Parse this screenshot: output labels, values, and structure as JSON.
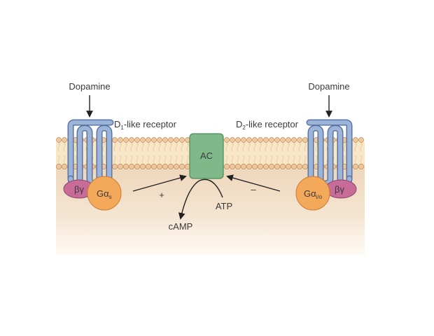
{
  "labels": {
    "dopamine_left": "Dopamine",
    "dopamine_right": "Dopamine",
    "d1_prefix": "D",
    "d1_sub": "1",
    "d1_suffix": "-like receptor",
    "d2_prefix": "D",
    "d2_sub": "2",
    "d2_suffix": "-like receptor",
    "ac": "AC",
    "atp": "ATP",
    "camp": "cAMP",
    "plus": "+",
    "minus": "–",
    "beta_gamma_left": "βγ",
    "beta_gamma_right": "βγ",
    "galpha_s_main": "Gα",
    "galpha_s_sub": "s",
    "galpha_io_main": "Gα",
    "galpha_io_sub": "i/o"
  },
  "colors": {
    "receptor": "#9bb4d8",
    "receptor_stroke": "#5a74a3",
    "ac": "#7fb98a",
    "g_alpha": "#f4a85a",
    "beta_gamma": "#c86b97",
    "lipid_head": "#f1c89c",
    "cytoplasm": "#f0dcc4"
  }
}
